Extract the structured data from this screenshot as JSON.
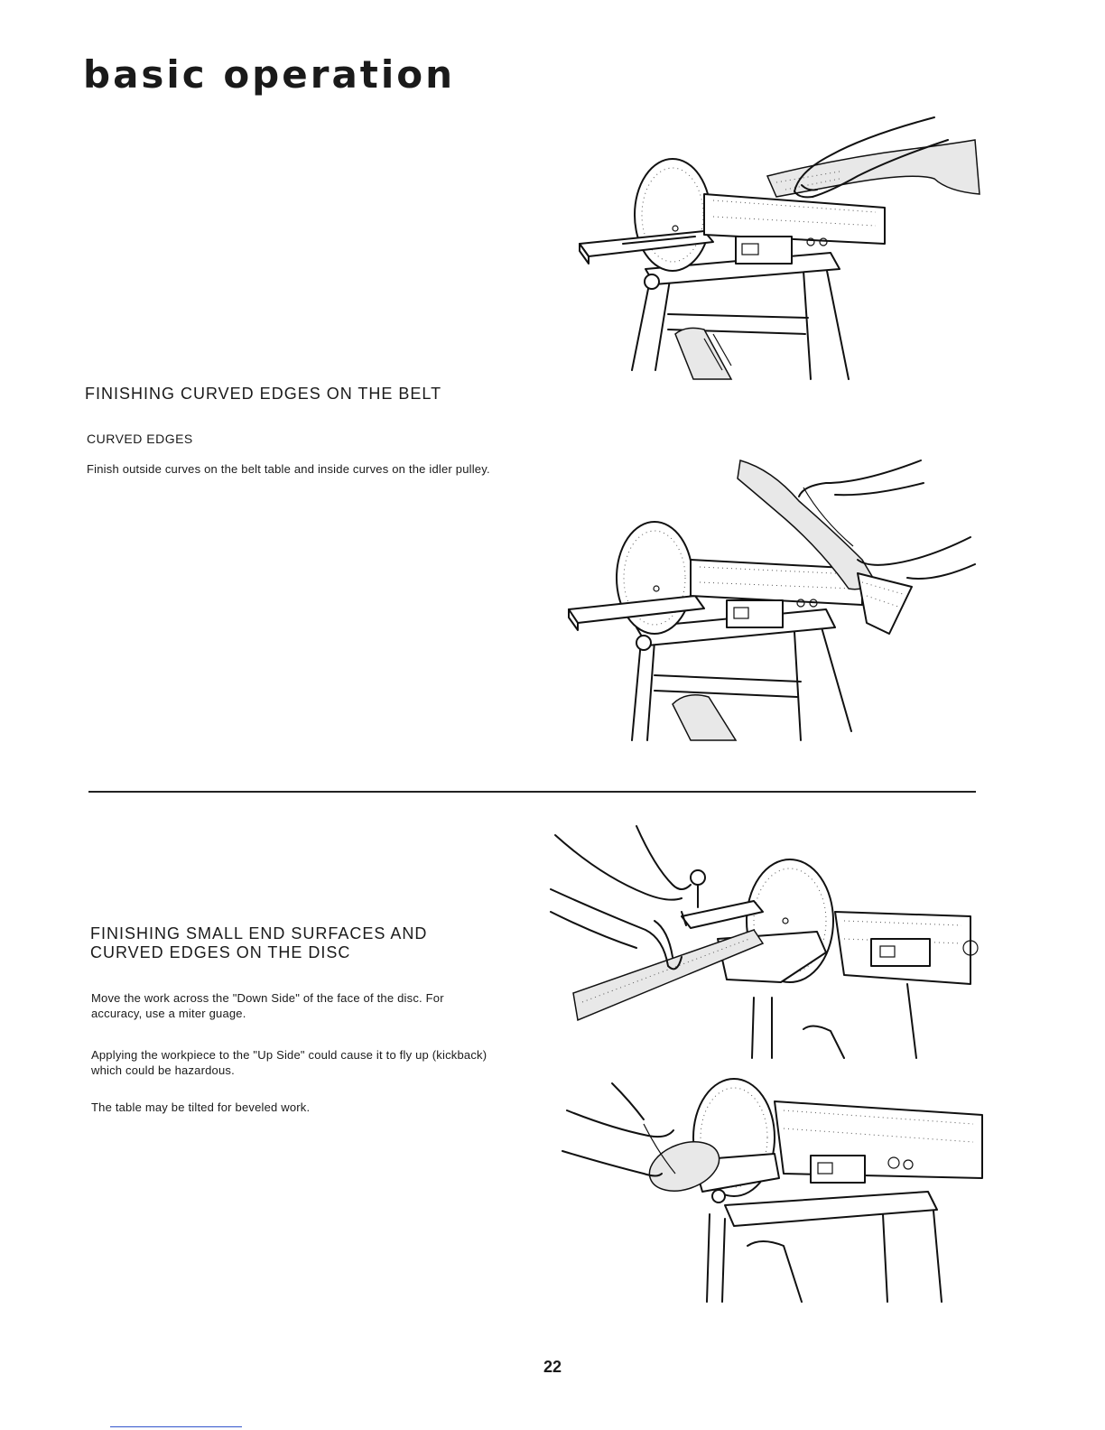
{
  "page": {
    "title": "basic operation",
    "page_number": "22"
  },
  "section_belt": {
    "heading": "FINISHING CURVED EDGES ON THE BELT",
    "subheading": "CURVED EDGES",
    "paragraphs": [
      "Finish outside curves on the belt table and inside curves on the idler pulley."
    ]
  },
  "section_disc": {
    "heading_line1": "FINISHING SMALL END SURFACES AND",
    "heading_line2": "CURVED EDGES ON THE DISC",
    "paragraphs": [
      "Move the work across the \"Down Side\" of the face of the disc. For accuracy, use a miter guage.",
      "Applying the workpiece to the \"Up Side\" could cause it to fly up (kickback) which could be hazardous.",
      "The table may be tilted for beveled work."
    ]
  },
  "figures": [
    {
      "name": "belt-sander-outside-curve-illustration"
    },
    {
      "name": "belt-sander-idler-pulley-illustration"
    },
    {
      "name": "disc-sander-miter-gauge-illustration"
    },
    {
      "name": "disc-sander-curved-edge-illustration"
    }
  ]
}
